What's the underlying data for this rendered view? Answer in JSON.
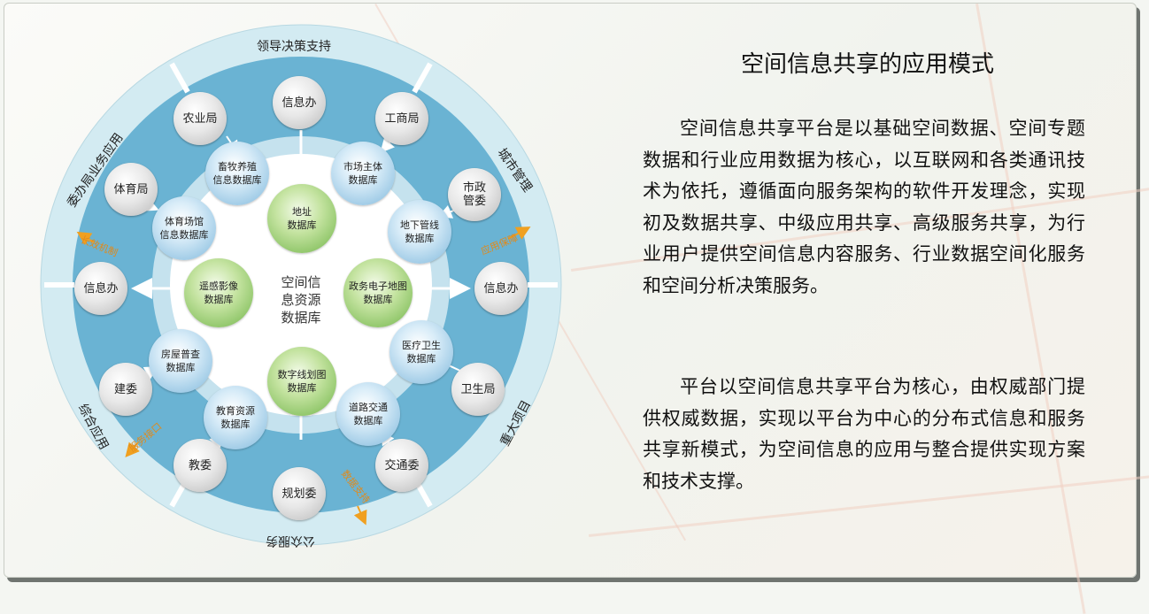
{
  "title": "空间信息共享的应用模式",
  "paragraphs": [
    "空间信息共享平台是以基础空间数据、空间专题数据和行业应用数据为核心，以互联网和各类通讯技术为依托，遵循面向服务架构的软件开发理念，实现初及数据共享、中级应用共享、高级服务共享，为行业用户提供空间信息内容服务、行业数据空间化服务和空间分析决策服务。",
    "平台以空间信息共享平台为核心，由权威部门提供权威数据，实现以平台为中心的分布式信息和服务共享新模式，为空间信息的应用与整合提供实现方案和技术支撑。"
  ],
  "diagram": {
    "center": "空间信\n息资源\n数据库",
    "ring_labels": {
      "top": "领导决策支持",
      "top_left": "委办局业务应用",
      "top_right": "城市管理",
      "bottom_left": "综合应用",
      "bottom_right": "重大项目",
      "bottom": "公众服务"
    },
    "orange_labels": {
      "left_upper": "长效机制",
      "right_upper": "应用保障",
      "left_lower": "服务接口",
      "bottom_right": "数据支持"
    },
    "grey_nodes": {
      "top": "信息办",
      "agriculture": "农业局",
      "commerce": "工商局",
      "sports": "体育局",
      "municipal": "市政\n管委",
      "left": "信息办",
      "right": "信息办",
      "construction": "建委",
      "health": "卫生局",
      "education": "教委",
      "traffic": "交通委",
      "planning": "规划委"
    },
    "blue_nodes": {
      "livestock": "畜牧养殖\n信息数据库",
      "market": "市场主体\n数据库",
      "stadium": "体育场馆\n信息数据库",
      "pipeline": "地下管线\n数据库",
      "housing": "房屋普查\n数据库",
      "medical": "医疗卫生\n数据库",
      "edu_resource": "教育资源\n数据库",
      "road": "道路交通\n数据库"
    },
    "green_nodes": {
      "address": "地址\n数据库",
      "remote": "遥感影像\n数据库",
      "gov_map": "政务电子地图\n数据库",
      "line_map": "数字线划图\n数据库"
    }
  }
}
